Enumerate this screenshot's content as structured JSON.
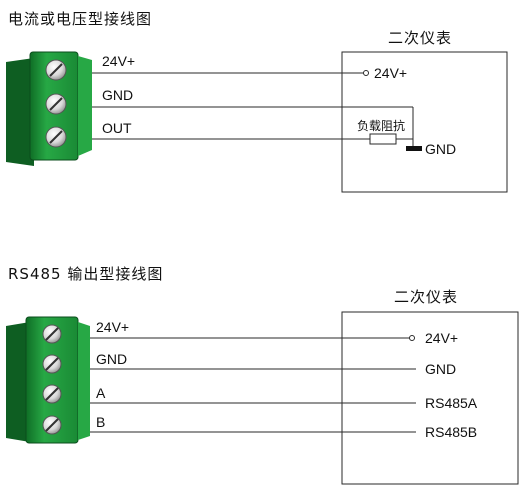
{
  "diagram1": {
    "title": "电流或电压型接线图",
    "terminals": 3,
    "wire_labels": [
      "24V+",
      "GND",
      "OUT"
    ],
    "instrument_title": "二次仪表",
    "inputs": [
      "24V+"
    ],
    "resistor_label": "负载阻抗",
    "ground_label": "GND"
  },
  "diagram2": {
    "title": "RS485 输出型接线图",
    "terminals": 4,
    "wire_labels": [
      "24V+",
      "GND",
      "A",
      "B"
    ],
    "instrument_title": "二次仪表",
    "inputs": [
      "24V+",
      "GND",
      "RS485A",
      "RS485B"
    ]
  },
  "colors": {
    "terminal_green": "#1f9c3a",
    "terminal_dark": "#126b28",
    "wire": "#2a2a2a"
  }
}
